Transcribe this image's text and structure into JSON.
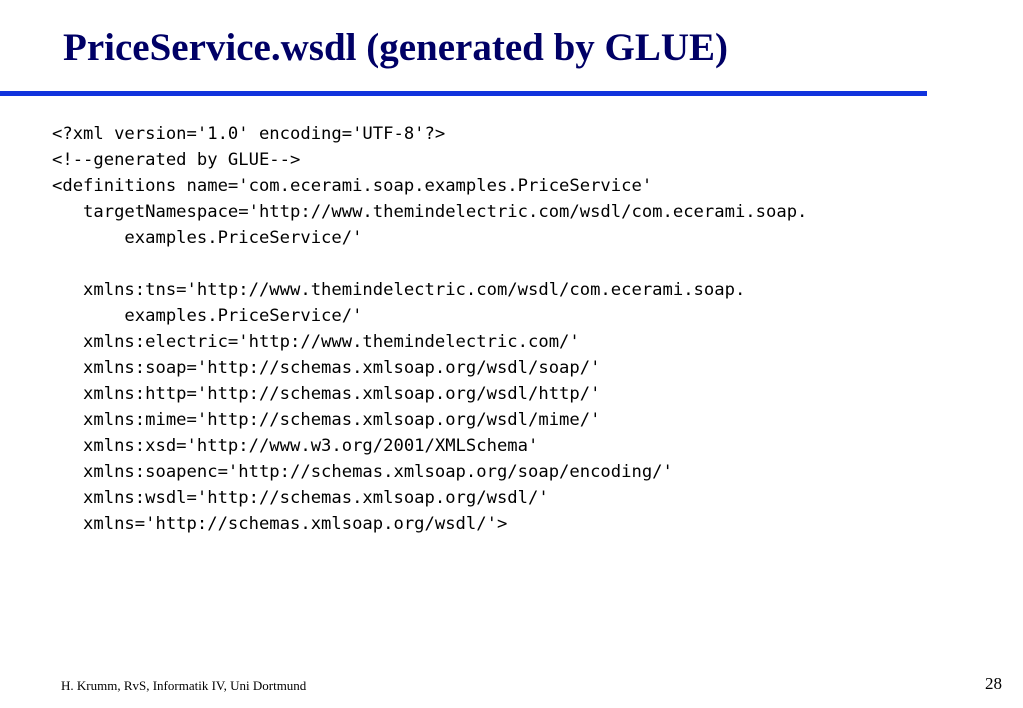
{
  "slide": {
    "title": "PriceService.wsdl (generated by GLUE)",
    "footer": "H. Krumm, RvS, Informatik IV, Uni Dortmund",
    "page_number": "28"
  },
  "code": {
    "lines": [
      "<?xml version='1.0' encoding='UTF-8'?>",
      "<!--generated by GLUE-->",
      "<definitions name='com.ecerami.soap.examples.PriceService'",
      "   targetNamespace='http://www.themindelectric.com/wsdl/com.ecerami.soap.",
      "       examples.PriceService/'",
      "",
      "   xmlns:tns='http://www.themindelectric.com/wsdl/com.ecerami.soap.",
      "       examples.PriceService/'",
      "   xmlns:electric='http://www.themindelectric.com/'",
      "   xmlns:soap='http://schemas.xmlsoap.org/wsdl/soap/'",
      "   xmlns:http='http://schemas.xmlsoap.org/wsdl/http/'",
      "   xmlns:mime='http://schemas.xmlsoap.org/wsdl/mime/'",
      "   xmlns:xsd='http://www.w3.org/2001/XMLSchema'",
      "   xmlns:soapenc='http://schemas.xmlsoap.org/soap/encoding/'",
      "   xmlns:wsdl='http://schemas.xmlsoap.org/wsdl/'",
      "   xmlns='http://schemas.xmlsoap.org/wsdl/'>"
    ]
  },
  "colors": {
    "title": "#000066",
    "rule": "#1133dd"
  }
}
